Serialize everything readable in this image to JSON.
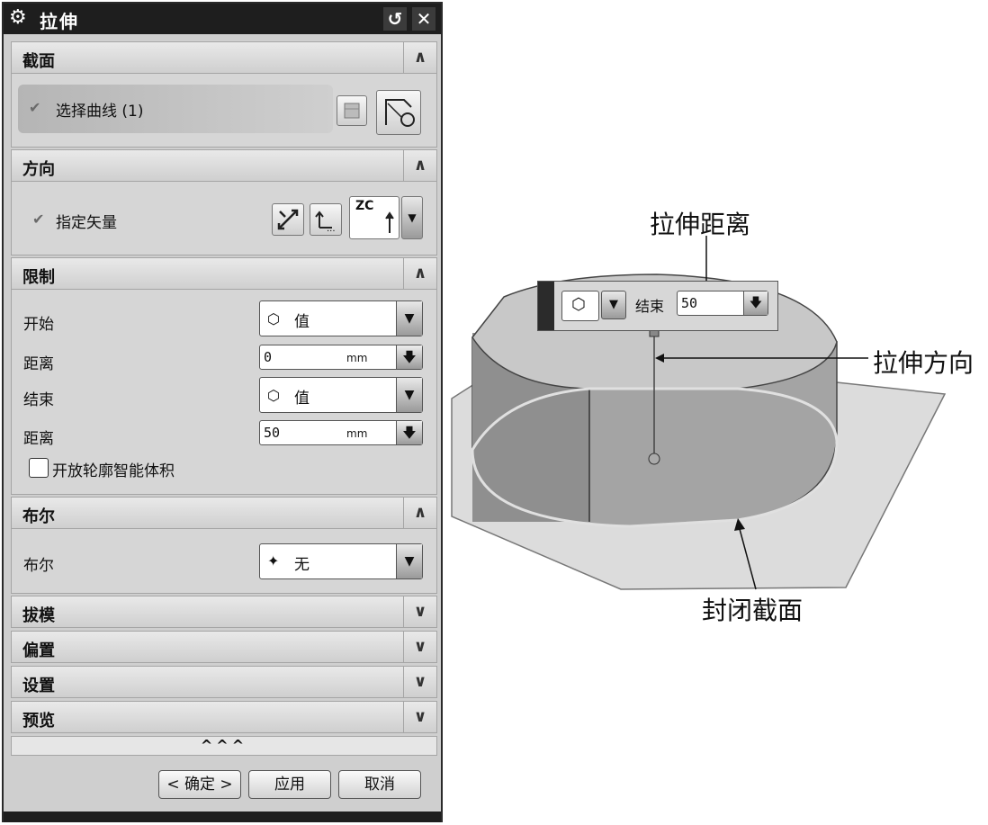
{
  "dialog": {
    "title": "拉伸",
    "sections": {
      "section": {
        "label": "截面",
        "select_curve": "选择曲线 (1)"
      },
      "direction": {
        "label": "方向",
        "vector": "指定矢量",
        "vector_mode": "ZC"
      },
      "limits": {
        "label": "限制",
        "start_label": "开始",
        "start_value": "值",
        "start_dist_label": "距离",
        "start_dist": "0",
        "end_label": "结束",
        "end_value": "值",
        "end_dist_label": "距离",
        "end_dist": "50",
        "unit": "mm",
        "open_profile": "开放轮廓智能体积"
      },
      "boolean": {
        "label": "布尔",
        "row_label": "布尔",
        "value": "无"
      },
      "draft": {
        "label": "拔模"
      },
      "offset": {
        "label": "偏置"
      },
      "settings": {
        "label": "设置"
      },
      "preview": {
        "label": "预览"
      }
    },
    "more": "^^^",
    "buttons": {
      "ok": "< 确定 >",
      "apply": "应用",
      "cancel": "取消"
    }
  },
  "viewport": {
    "popup": {
      "end_label": "结束",
      "end_value": "50"
    },
    "annotations": {
      "distance": "拉伸距离",
      "direction": "拉伸方向",
      "closed_section": "封闭截面"
    }
  }
}
